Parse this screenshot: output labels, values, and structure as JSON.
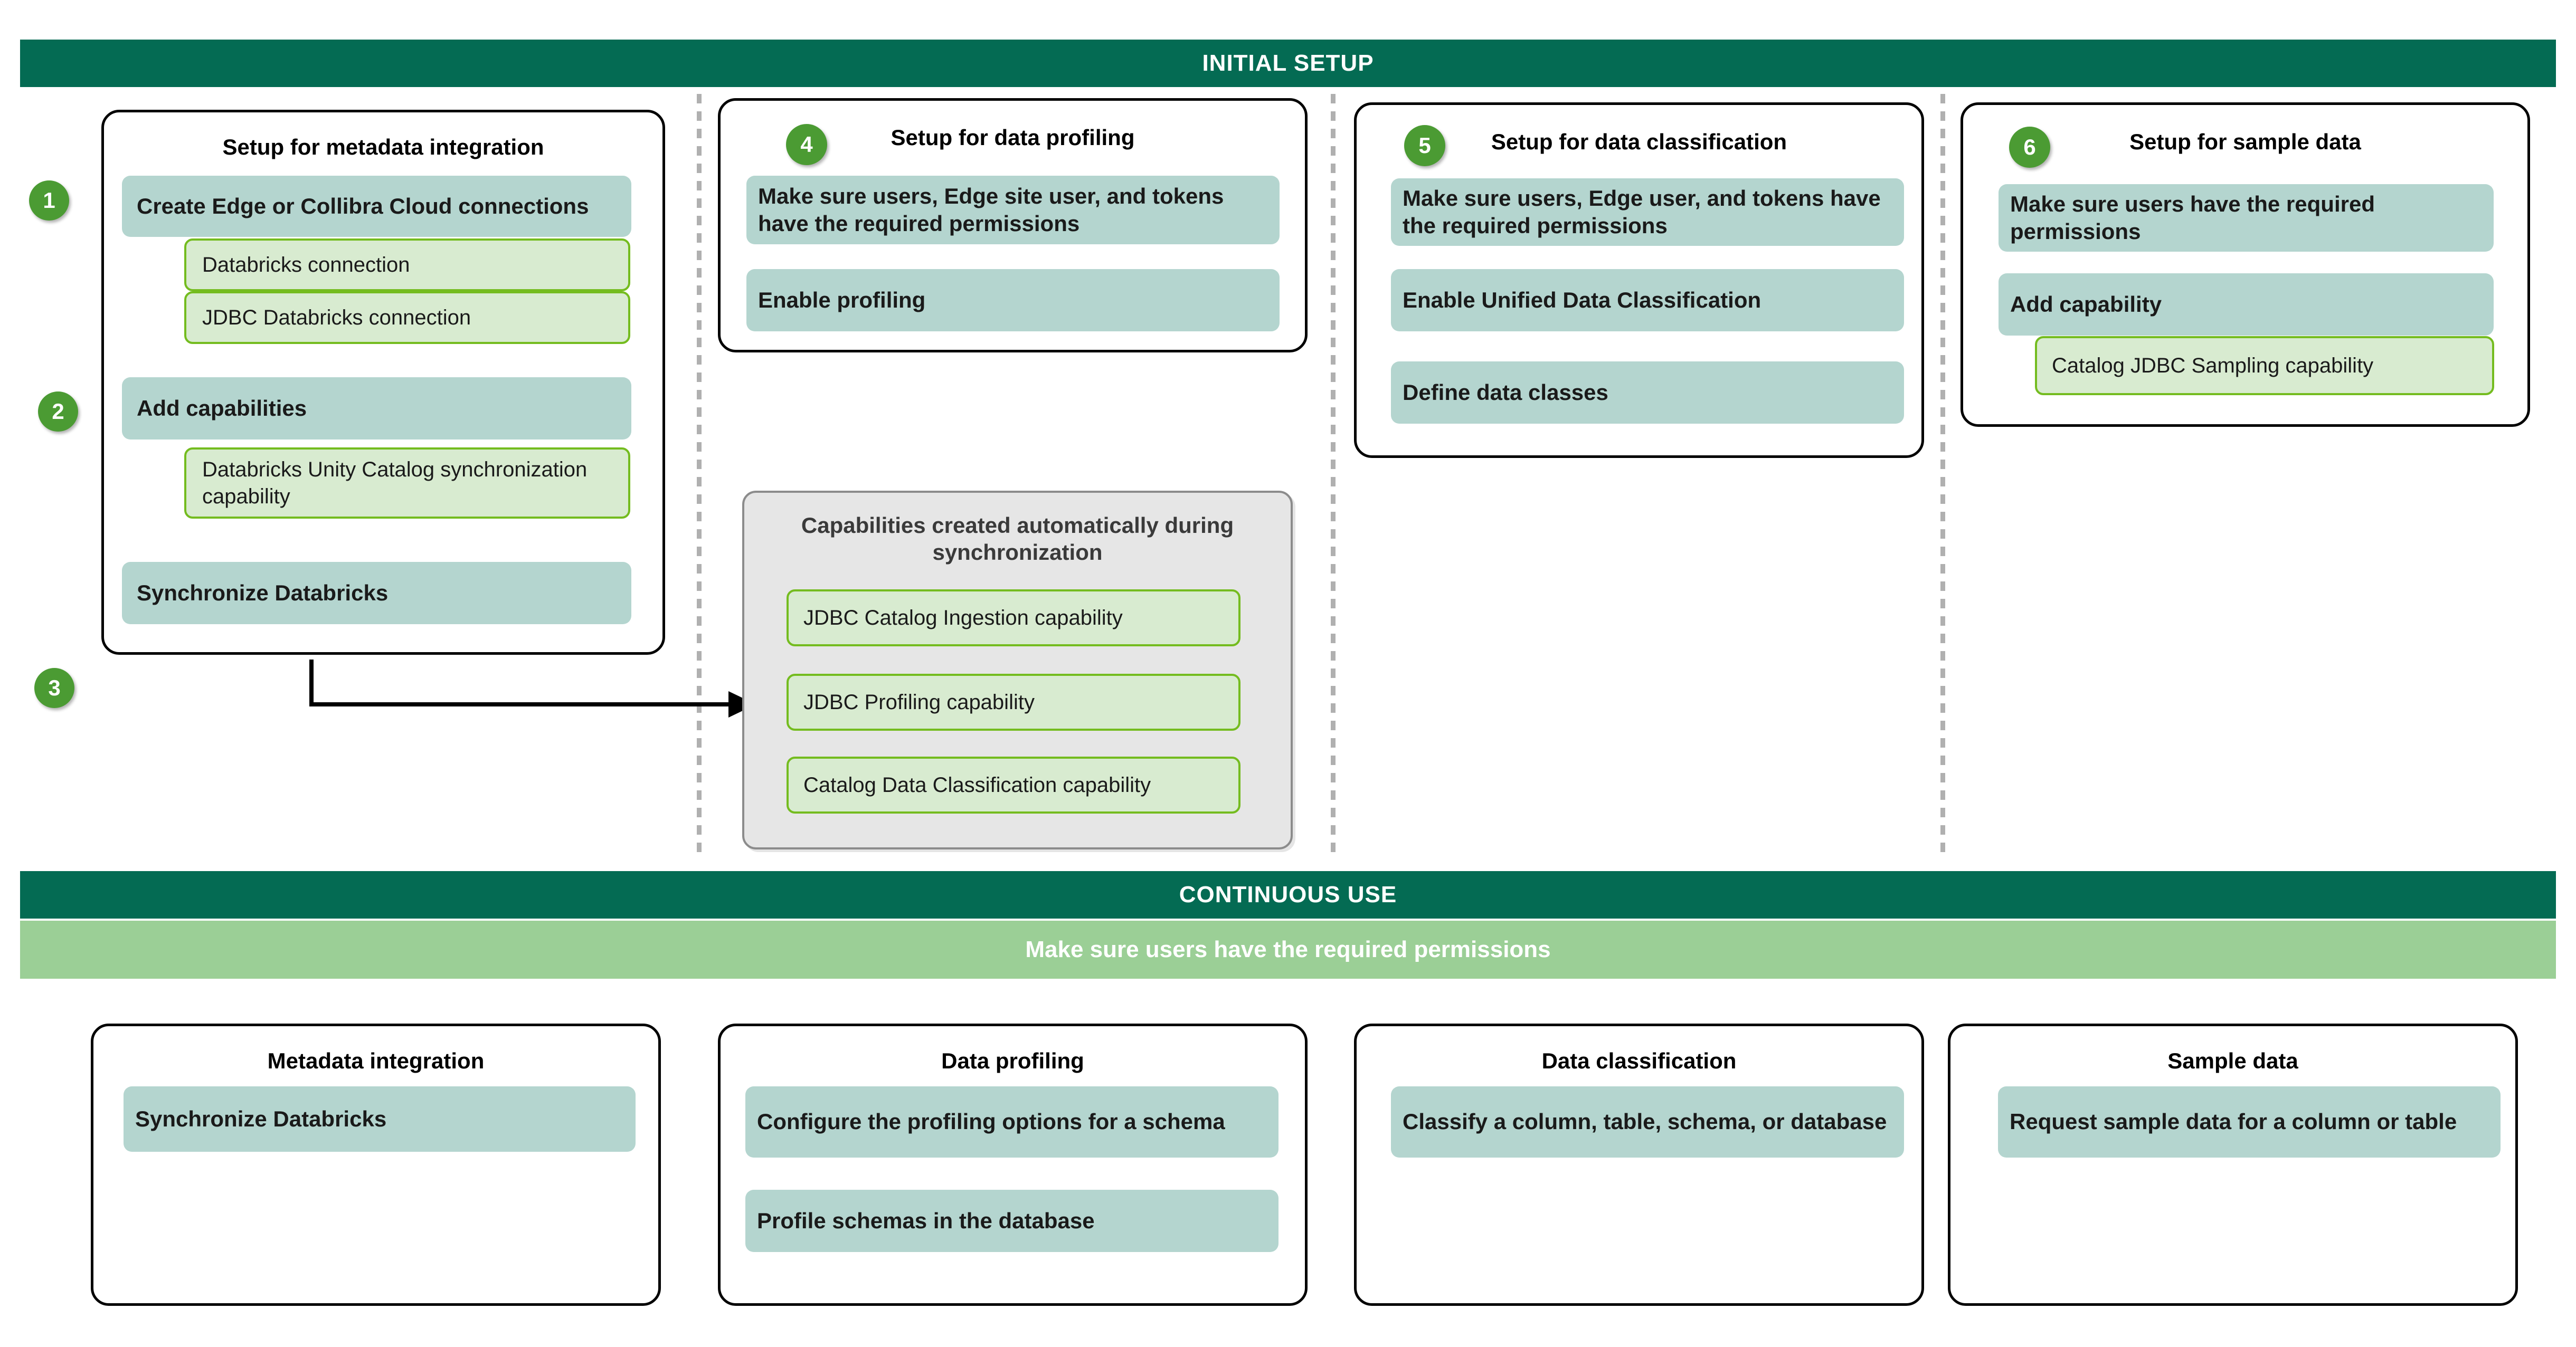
{
  "banners": {
    "initial_setup": "INITIAL SETUP",
    "continuous_use": "CONTINUOUS USE",
    "continuous_use_note": "Make sure users have the required permissions"
  },
  "colors": {
    "banner_dark_green": "#046b53",
    "banner_light_green": "#9bcf96",
    "teal_box": "#b4d5cf",
    "green_outline": "#74bc1f",
    "green_box_fill": "#d8ebd0",
    "badge_green": "#4b9b33",
    "grey_panel": "#e6e6e6"
  },
  "badges": {
    "one": "1",
    "two": "2",
    "three": "3",
    "four": "4",
    "five": "5",
    "six": "6"
  },
  "setup": {
    "metadata_integration": {
      "title": "Setup for metadata integration",
      "steps": [
        {
          "label": "Create Edge or Collibra Cloud connections"
        },
        {
          "label": "Add capabilities"
        },
        {
          "label": "Synchronize Databricks"
        }
      ],
      "substeps": [
        {
          "label": "Databricks connection"
        },
        {
          "label": "JDBC Databricks connection"
        },
        {
          "label": "Databricks Unity Catalog synchronization capability"
        }
      ]
    },
    "data_profiling": {
      "title": "Setup for data profiling",
      "steps": [
        {
          "label": "Make sure users, Edge site user, and tokens have the required permissions"
        },
        {
          "label": "Enable profiling"
        }
      ]
    },
    "data_classification": {
      "title": "Setup for data classification",
      "steps": [
        {
          "label": "Make sure users, Edge user, and tokens have the required permissions"
        },
        {
          "label": "Enable  Unified Data Classification"
        },
        {
          "label": "Define data classes"
        }
      ]
    },
    "sample_data": {
      "title": "Setup for sample data",
      "steps": [
        {
          "label": "Make sure users have the required permissions"
        },
        {
          "label": "Add capability"
        }
      ],
      "substeps": [
        {
          "label": "Catalog JDBC Sampling capability"
        }
      ]
    },
    "auto_capabilities": {
      "title": "Capabilities created automatically during synchronization",
      "items": [
        {
          "label": "JDBC Catalog Ingestion capability"
        },
        {
          "label": "JDBC Profiling capability"
        },
        {
          "label": "Catalog Data Classification capability"
        }
      ]
    }
  },
  "continuous": {
    "metadata_integration": {
      "title": "Metadata integration",
      "steps": [
        {
          "label": "Synchronize Databricks"
        }
      ]
    },
    "data_profiling": {
      "title": "Data profiling",
      "steps": [
        {
          "label": "Configure the profiling options for a schema"
        },
        {
          "label": "Profile schemas in the database"
        }
      ]
    },
    "data_classification": {
      "title": "Data classification",
      "steps": [
        {
          "label": "Classify a column, table, schema, or database"
        }
      ]
    },
    "sample_data": {
      "title": "Sample data",
      "steps": [
        {
          "label": "Request sample data for a column or table"
        }
      ]
    }
  }
}
